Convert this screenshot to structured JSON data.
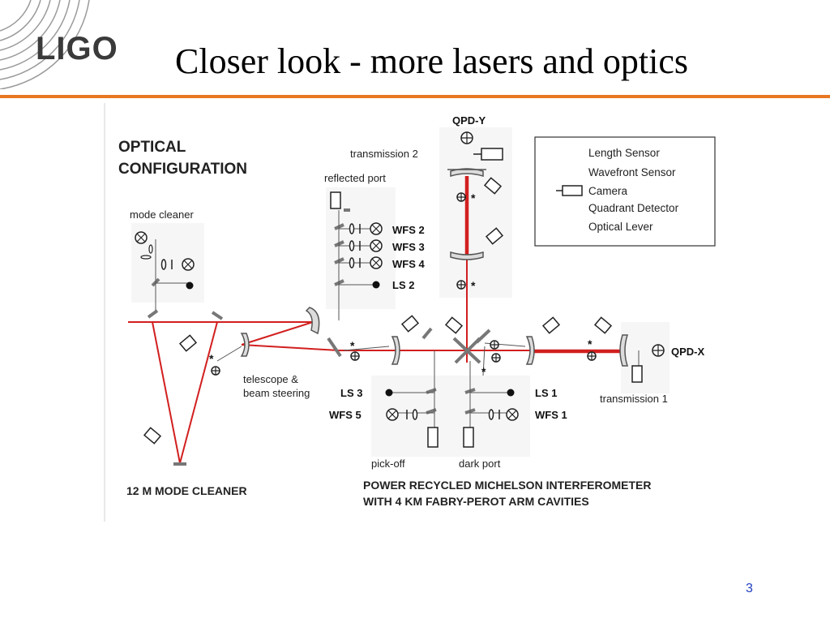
{
  "logo": {
    "text": "LIGO"
  },
  "slide": {
    "title": "Closer look - more lasers and optics",
    "page_number": "3",
    "rule_color": "#e87722"
  },
  "diagram": {
    "heading_line1": "OPTICAL",
    "heading_line2": "CONFIGURATION",
    "beam_color": "#d21f1f",
    "labels": {
      "mode_cleaner": "mode cleaner",
      "reflected_port": "reflected port",
      "transmission_2": "transmission 2",
      "qpd_y": "QPD-Y",
      "qpd_x": "QPD-X",
      "transmission_1": "transmission 1",
      "telescope_line1": "telescope &",
      "telescope_line2": "beam steering",
      "pick_off": "pick-off",
      "dark_port": "dark port"
    },
    "sensors": {
      "wfs2": "WFS 2",
      "wfs3": "WFS 3",
      "wfs4": "WFS 4",
      "ls2": "LS 2",
      "ls3": "LS 3",
      "wfs5": "WFS 5",
      "ls1": "LS 1",
      "wfs1": "WFS 1"
    },
    "legend": {
      "length_sensor": "Length Sensor",
      "wavefront_sensor": "Wavefront Sensor",
      "camera": "Camera",
      "quadrant_detector": "Quadrant Detector",
      "optical_lever": "Optical Lever"
    },
    "captions": {
      "mode_cleaner_line": "12 M MODE CLEANER",
      "pr_line1": "POWER RECYCLED MICHELSON INTERFEROMETER",
      "pr_line2": "WITH 4 KM FABRY-PEROT ARM CAVITIES"
    }
  }
}
